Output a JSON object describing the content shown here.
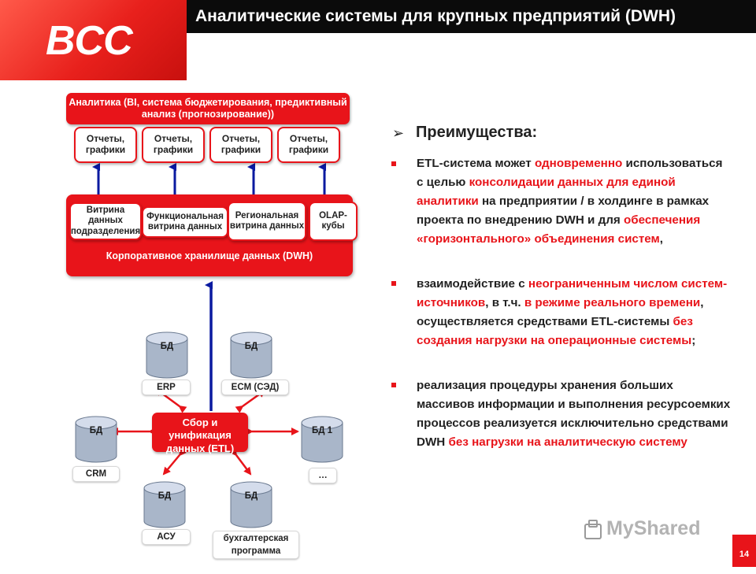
{
  "header": {
    "logo_text": "BCC",
    "title": "Аналитические системы для крупных предприятий (DWH)",
    "brand_color": "#e8141a"
  },
  "diagram": {
    "analytics_box": "Аналитика (BI, система бюджетирования, предиктивный анализ (прогнозирование))",
    "reports": [
      "Отчеты, графики",
      "Отчеты, графики",
      "Отчеты, графики",
      "Отчеты, графики"
    ],
    "marts": [
      "Витрина данных подразделения",
      "Функциональная витрина данных",
      "Региональная витрина данных",
      "OLAP-кубы"
    ],
    "dwh": "Корпоративное хранилище данных (DWH)",
    "etl": "Сбор и унификация данных (ETL)",
    "sources": [
      {
        "db": "БД",
        "label": "ERP"
      },
      {
        "db": "БД",
        "label": "ECM (СЭД)"
      },
      {
        "db": "БД",
        "label": "CRM"
      },
      {
        "db": "БД 1",
        "label": "…"
      },
      {
        "db": "БД",
        "label": "АСУ"
      },
      {
        "db": "БД",
        "label": "бухгалтерская программа"
      }
    ]
  },
  "advantages": {
    "heading": "Преимущества:",
    "items": [
      {
        "segments": [
          {
            "t": "ETL-система может ",
            "red": false
          },
          {
            "t": "одновременно",
            "red": true
          },
          {
            "t": " использоваться с целью ",
            "red": false
          },
          {
            "t": "консолидации данных для единой аналитики",
            "red": true
          },
          {
            "t": " на предприятии / в холдинге в рамках проекта по внедрению DWH и для ",
            "red": false
          },
          {
            "t": "обеспечения «горизонтального» объединения систем",
            "red": true
          },
          {
            "t": ",",
            "red": false
          }
        ]
      },
      {
        "segments": [
          {
            "t": "взаимодействие с ",
            "red": false
          },
          {
            "t": "неограниченным числом систем-источников",
            "red": true
          },
          {
            "t": ", в т.ч. ",
            "red": false
          },
          {
            "t": "в режиме реального времени",
            "red": true
          },
          {
            "t": ", осуществляется средствами ETL-системы ",
            "red": false
          },
          {
            "t": "без создания нагрузки на операционные системы",
            "red": true
          },
          {
            "t": ";",
            "red": false
          }
        ]
      },
      {
        "segments": [
          {
            "t": "реализация процедуры хранения больших массивов информации и выполнения ресурсоемких процессов реализуется исключительно средствами DWH ",
            "red": false
          },
          {
            "t": "без нагрузки на аналитическую систему",
            "red": true
          }
        ]
      }
    ]
  },
  "footer": {
    "watermark": "MyShared",
    "page_number": "14"
  }
}
